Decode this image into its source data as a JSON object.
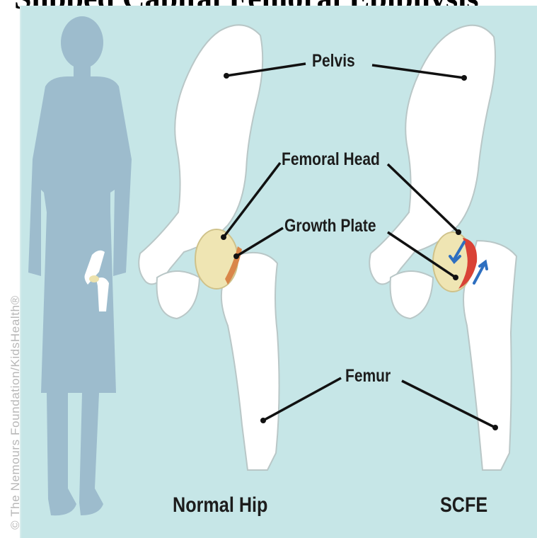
{
  "title": "Slipped Capital Femoral Epiphysis",
  "copyright": "© The Nemours Foundation/KidsHealth®",
  "labels": {
    "pelvis": "Pelvis",
    "femoral_head": "Femoral Head",
    "growth_plate": "Growth Plate",
    "femur": "Femur"
  },
  "captions": {
    "normal": "Normal Hip",
    "scfe": "SCFE"
  },
  "colors": {
    "background": "#c6e6e7",
    "bone": "#ffffff",
    "bone_outline": "#b9c7c7",
    "femoral_head": "#efe5b3",
    "growth_plate_normal": "#d9864a",
    "growth_plate_scfe": "#d94236",
    "arrow": "#2e6fc0",
    "silhouette": "#9dbccd"
  },
  "icons": [
    "child-silhouette-icon",
    "slip-arrow-icon"
  ]
}
